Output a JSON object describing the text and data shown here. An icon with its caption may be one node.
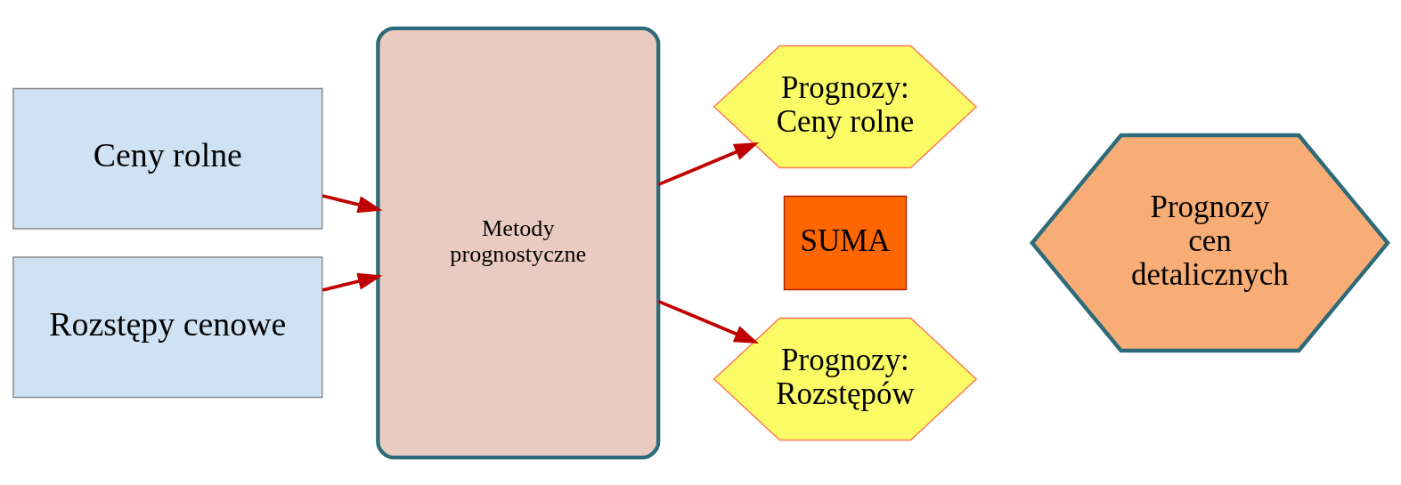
{
  "diagram": {
    "nodes": [
      {
        "text": [
          "Ceny rolne"
        ]
      },
      {
        "text": [
          "Rozstępy cenowe"
        ]
      },
      {
        "text": [
          "Metody prognostyczne"
        ]
      },
      {
        "text": [
          "Prognozy:",
          "Ceny rolne"
        ]
      },
      {
        "text": [
          "SUMA"
        ]
      },
      {
        "text": [
          "Prognozy:",
          "Rozstępów"
        ]
      },
      {
        "text": [
          "Prognozy cen detalicznych"
        ]
      }
    ],
    "edges": [
      {
        "from": 0,
        "to": 2,
        "arrow": "to"
      },
      {
        "from": 1,
        "to": 2,
        "arrow": "to"
      },
      {
        "from": 2,
        "to": 3,
        "arrow": "to"
      },
      {
        "from": 2,
        "to": 5,
        "arrow": "to"
      }
    ]
  }
}
